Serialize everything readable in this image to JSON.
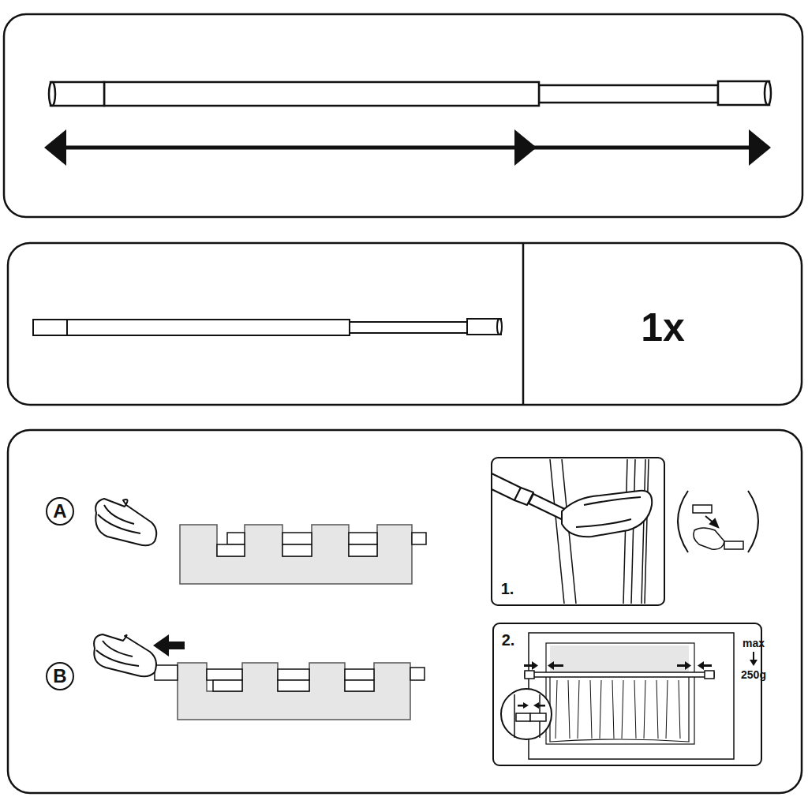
{
  "diagram": {
    "nodes": [
      {
        "text": [
          "A"
        ]
      },
      {
        "text": [
          "B"
        ]
      }
    ],
    "labels": [
      "1x",
      "1.",
      "2.",
      "max",
      "250g"
    ]
  }
}
